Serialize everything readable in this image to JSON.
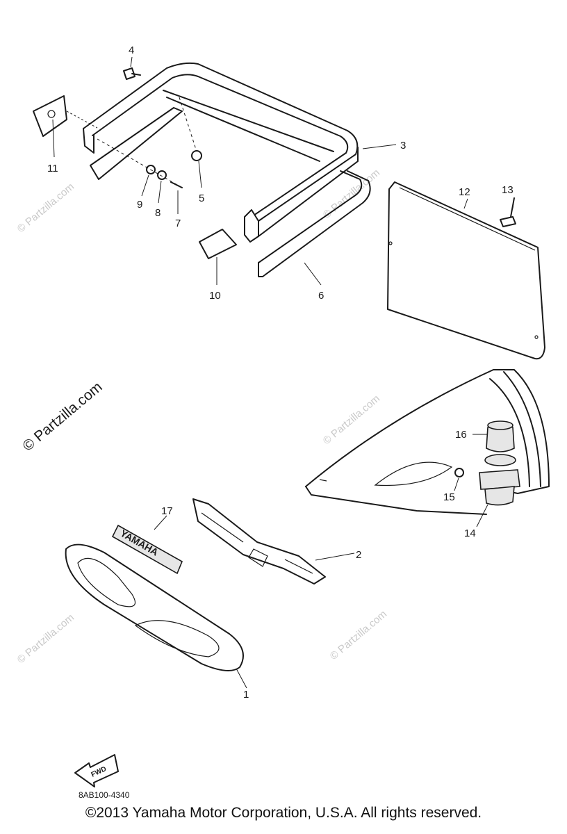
{
  "callouts": [
    "1",
    "2",
    "3",
    "4",
    "5",
    "6",
    "7",
    "8",
    "9",
    "10",
    "11",
    "12",
    "13",
    "14",
    "15",
    "16",
    "17"
  ],
  "watermark": "© Partzilla.com",
  "watermark_faint": "© Partzilla.com",
  "decal_text": "YAMAHA",
  "fwd_text": "FWD",
  "diagram_code": "8AB100-4340",
  "copyright": "©2013  Yamaha Motor Corporation, U.S.A. All rights reserved."
}
